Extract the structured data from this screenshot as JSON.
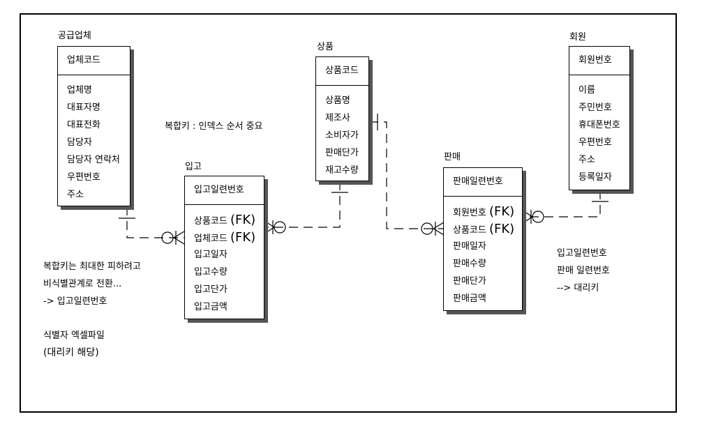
{
  "entities": {
    "supplier": {
      "title": "공급업체",
      "pk": "업체코드",
      "attrs": [
        "업체명",
        "대표자명",
        "대표전화",
        "담당자",
        "담당자 연락처",
        "우편번호",
        "주소"
      ]
    },
    "product": {
      "title": "상품",
      "pk": "상품코드",
      "attrs": [
        "상품명",
        "제조사",
        "소비자가",
        "판매단가",
        "재고수량"
      ]
    },
    "member": {
      "title": "회원",
      "pk": "회원번호",
      "attrs": [
        "이름",
        "주민번호",
        "휴대폰번호",
        "우편번호",
        "주소",
        "등록일자"
      ]
    },
    "inbound": {
      "title": "입고",
      "pk": "입고일련번호",
      "fk_attrs": [
        {
          "name": "상품코드",
          "tag": "(FK)"
        },
        {
          "name": "업체코드",
          "tag": "(FK)"
        }
      ],
      "attrs": [
        "입고일자",
        "입고수량",
        "입고단가",
        "입고금액"
      ]
    },
    "sale": {
      "title": "판매",
      "pk": "판매일련번호",
      "fk_attrs": [
        {
          "name": "회원번호",
          "tag": "(FK)"
        },
        {
          "name": "상품코드",
          "tag": "(FK)"
        }
      ],
      "attrs": [
        "판매일자",
        "판매수량",
        "판매단가",
        "판매금액"
      ]
    }
  },
  "notes": {
    "composite_key": "복합키 : 인덱스 순서 중요",
    "avoid_composite": [
      "복합키는 최대한 피하려고",
      "비식별관계로 전환...",
      "-> 입고일련번호"
    ],
    "identifier": [
      "식별자 엑셀파일",
      "(대리키 해당)"
    ],
    "surrogate": [
      "입고일련번호",
      "판매 일련번호",
      "--> 대리키"
    ]
  }
}
